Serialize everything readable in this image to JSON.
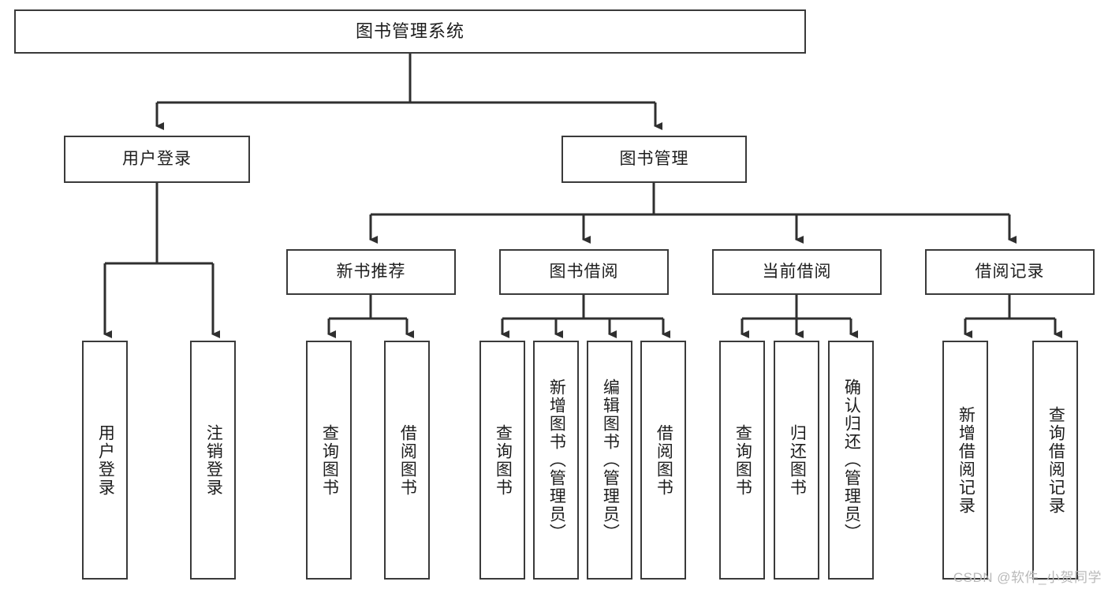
{
  "diagram": {
    "type": "tree",
    "title": "图书管理系统",
    "style": {
      "box_fill": "#ffffff",
      "box_stroke": "#3a3a3a",
      "text_color": "#1d1d1d",
      "background": "#ffffff"
    },
    "root": {
      "label": "图书管理系统"
    },
    "level1": [
      {
        "label": "用户登录"
      },
      {
        "label": "图书管理"
      }
    ],
    "level2": [
      {
        "label": "新书推荐"
      },
      {
        "label": "图书借阅"
      },
      {
        "label": "当前借阅"
      },
      {
        "label": "借阅记录"
      }
    ],
    "leaves": [
      {
        "label": "用户登录"
      },
      {
        "label": "注销登录"
      },
      {
        "label": "查询图书"
      },
      {
        "label": "借阅图书"
      },
      {
        "label": "查询图书"
      },
      {
        "label": "新增图书（管理员）"
      },
      {
        "label": "编辑图书（管理员）"
      },
      {
        "label": "借阅图书"
      },
      {
        "label": "查询图书"
      },
      {
        "label": "归还图书"
      },
      {
        "label": "确认归还（管理员）"
      },
      {
        "label": "新增借阅记录"
      },
      {
        "label": "查询借阅记录"
      }
    ]
  },
  "watermark": {
    "text": "CSDN @软件_小贺同学"
  }
}
